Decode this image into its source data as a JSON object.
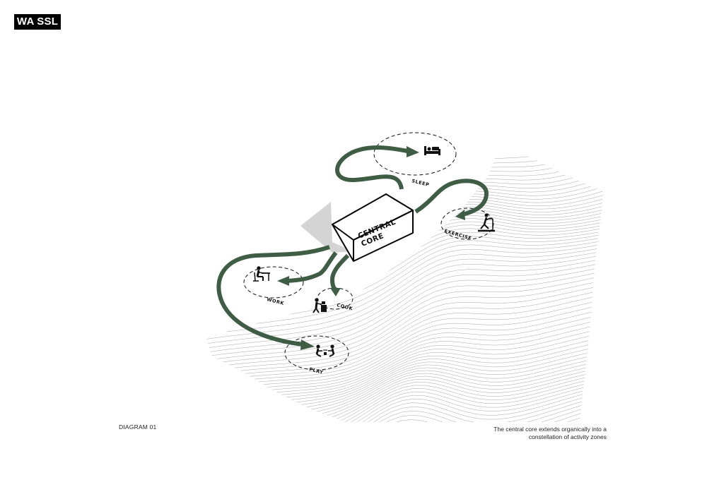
{
  "brand": {
    "label": "WA SSL"
  },
  "diagram_label": "DIAGRAM 01",
  "caption": {
    "line1": "The central core extends organically into a",
    "line2": "constellation of activity zones"
  },
  "core": {
    "line1": "CENTRAL",
    "line2": "CORE"
  },
  "zones": {
    "sleep": "SLEEP",
    "exercise": "EXERCISE",
    "work": "WORK",
    "cook": "COOK",
    "play": "PLAY"
  },
  "colors": {
    "arrow": "#3f5d44",
    "shadow": "#d4d4d4",
    "contour": "#9a9a9a"
  },
  "icons": [
    "bed-icon",
    "treadmill-icon",
    "desk-worker-icon",
    "cooking-icon",
    "playing-icon"
  ]
}
